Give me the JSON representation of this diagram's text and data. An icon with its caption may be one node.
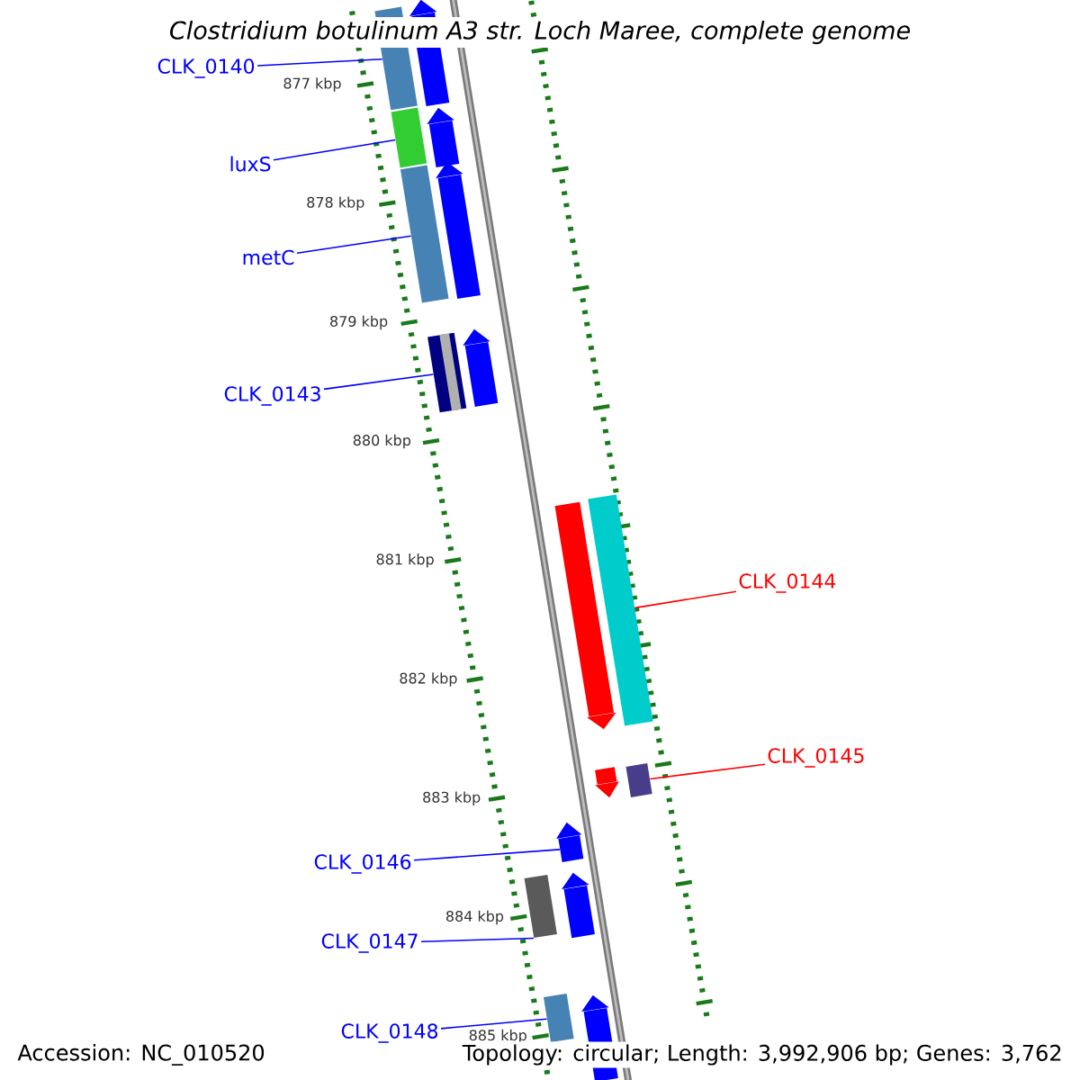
{
  "diagram": {
    "title": "Clostridium botulinum A3 str. Loch Maree, complete genome",
    "nodes": [
      {
        "text": [
          "CLK_0140"
        ]
      },
      {
        "text": [],
        "shape": "bar"
      },
      {
        "text": [
          "luxS"
        ]
      },
      {
        "text": [],
        "shape": "bar"
      },
      {
        "text": [
          "metC"
        ]
      },
      {
        "text": [],
        "shape": "bar"
      },
      {
        "text": [
          "CLK_0143"
        ]
      },
      {
        "text": [],
        "shape": "bar"
      },
      {
        "text": [
          "CLK_0144"
        ]
      },
      {
        "text": [],
        "shape": "bar"
      },
      {
        "text": [
          "CLK_0145"
        ]
      },
      {
        "text": [],
        "shape": "bar"
      },
      {
        "text": [
          "CLK_0146"
        ]
      },
      {
        "text": [],
        "shape": "arrow"
      },
      {
        "text": [
          "CLK_0147"
        ]
      },
      {
        "text": [],
        "shape": "bar"
      },
      {
        "text": [
          "CLK_0148"
        ]
      },
      {
        "text": [],
        "shape": "bar"
      },
      {
        "text": [],
        "shape": "arrow"
      },
      {
        "text": [],
        "shape": "arrow"
      },
      {
        "text": [],
        "shape": "arrow"
      },
      {
        "text": [],
        "shape": "arrow"
      },
      {
        "text": [],
        "shape": "arrow"
      },
      {
        "text": [],
        "shape": "arrow"
      },
      {
        "text": [],
        "shape": "arrow"
      },
      {
        "text": [],
        "shape": "arrow"
      }
    ],
    "edges": [
      {
        "from": 0,
        "to": 1,
        "arrow": "none"
      },
      {
        "from": 2,
        "to": 3,
        "arrow": "none"
      },
      {
        "from": 4,
        "to": 5,
        "arrow": "none"
      },
      {
        "from": 6,
        "to": 7,
        "arrow": "none"
      },
      {
        "from": 8,
        "to": 9,
        "arrow": "none",
        "color": "#ff0000"
      },
      {
        "from": 10,
        "to": 11,
        "arrow": "none",
        "color": "#ff0000"
      },
      {
        "from": 12,
        "to": 13,
        "arrow": "none"
      },
      {
        "from": 14,
        "to": 15,
        "arrow": "none"
      },
      {
        "from": 16,
        "to": 17,
        "arrow": "none"
      }
    ],
    "labels": [
      "877 kbp",
      "878 kbp",
      "879 kbp",
      "880 kbp",
      "881 kbp",
      "882 kbp",
      "883 kbp",
      "884 kbp",
      "885 kbp",
      "Accession: NC_010520",
      "Topology: circular; Length: 3,992,906 bp; Genes: 3,762"
    ]
  }
}
